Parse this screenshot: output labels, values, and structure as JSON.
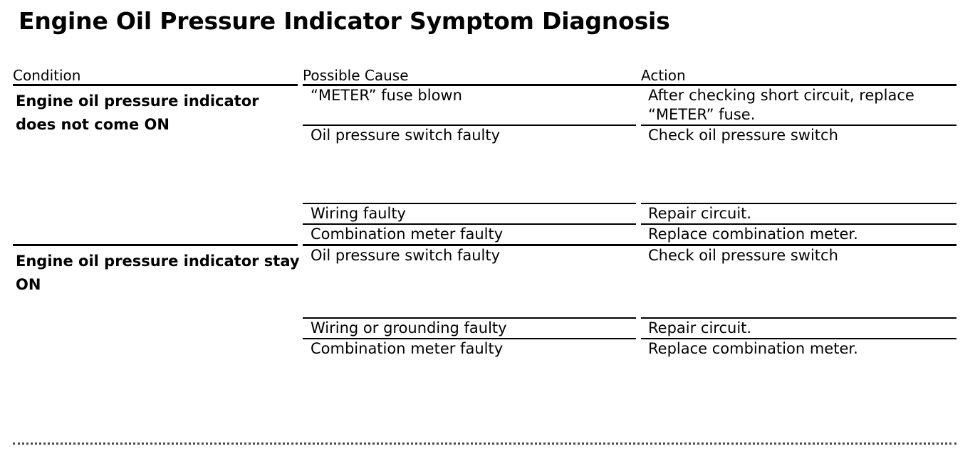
{
  "document": {
    "title": "Engine Oil Pressure Indicator Symptom Diagnosis"
  },
  "table": {
    "headers": {
      "condition": "Condition",
      "possible_cause": "Possible Cause",
      "action": "Action"
    },
    "groups": [
      {
        "condition": "Engine oil pressure indicator does not come ON",
        "rows": [
          {
            "cause": "“METER” fuse blown",
            "action": "After checking short circuit, replace “METER” fuse."
          },
          {
            "cause": "Oil pressure switch faulty",
            "action": "Check oil pressure switch"
          },
          {
            "cause": "Wiring faulty",
            "action": "Repair circuit."
          },
          {
            "cause": "Combination meter faulty",
            "action": "Replace combination meter."
          }
        ]
      },
      {
        "condition": "Engine oil pressure indicator stay ON",
        "rows": [
          {
            "cause": "Oil pressure switch faulty",
            "action": "Check oil pressure switch"
          },
          {
            "cause": "Wiring or grounding faulty",
            "action": "Repair circuit."
          },
          {
            "cause": "Combination meter faulty",
            "action": "Replace combination meter."
          }
        ]
      }
    ]
  },
  "colors": {
    "text": "#000000",
    "background": "#ffffff",
    "rule": "#000000",
    "bottom_rule": "#4a4a4a"
  }
}
